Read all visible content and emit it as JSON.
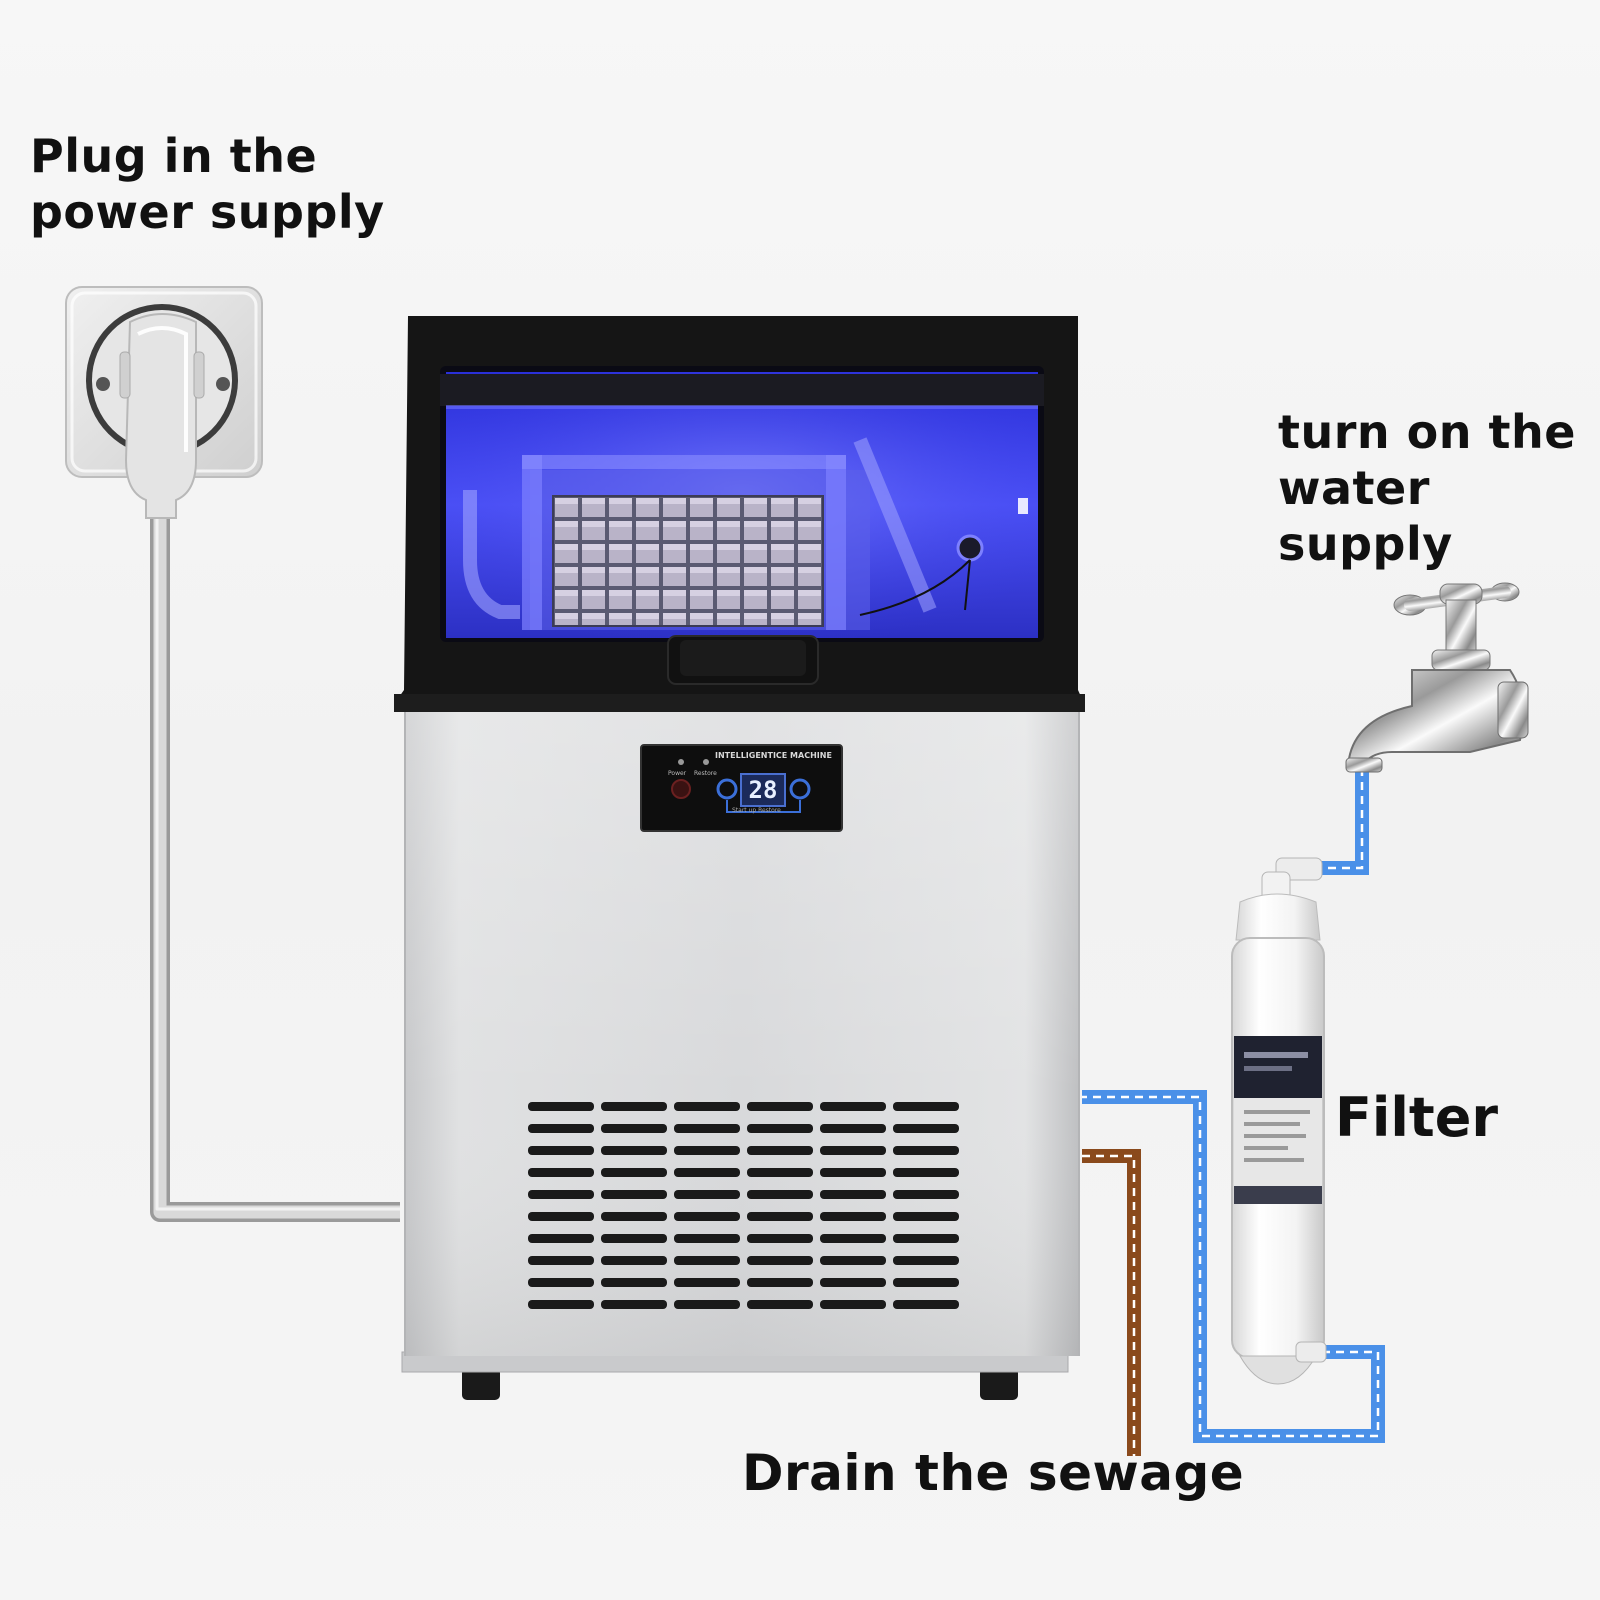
{
  "labels": {
    "power": "Plug in the\npower supply",
    "water": "turn on the\nwater supply",
    "filter": "Filter",
    "drain": "Drain the sewage"
  },
  "control_panel": {
    "title": "INTELLIGENTICE MACHINE",
    "power_label": "Power",
    "restore_label": "Restore",
    "display_value": "28",
    "sub_label": "Start up Restore"
  },
  "colors": {
    "water_line": "#4a90e8",
    "drain_line": "#8a4a1c",
    "power_cord": "#c4c4c4",
    "interior_light": "#3b3ff0",
    "cabinet_steel": "#dadbdc"
  },
  "icons": [
    "wall-socket-icon",
    "faucet-icon",
    "water-filter-icon",
    "ice-maker-icon"
  ]
}
